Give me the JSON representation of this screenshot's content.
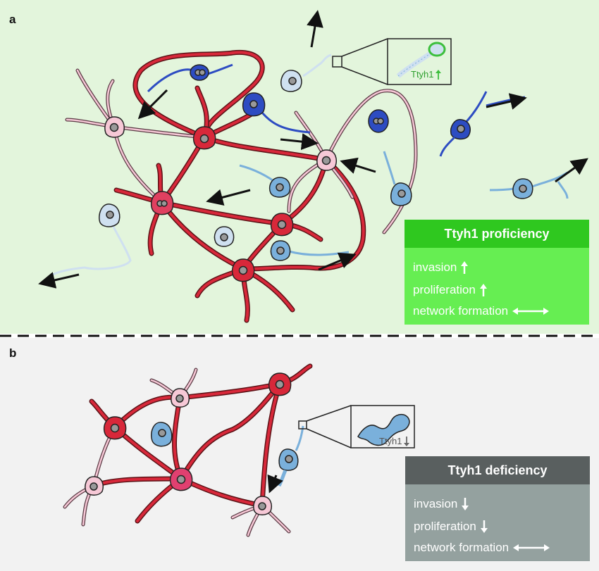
{
  "panel_a": {
    "label": "a",
    "inset_label": "Ttyh1",
    "box": {
      "title": "Ttyh1 proficiency",
      "items": [
        {
          "text": "invasion",
          "indicator": "up-arrow"
        },
        {
          "text": "proliferation",
          "indicator": "up-arrow"
        },
        {
          "text": "network formation",
          "indicator": "double-arrow"
        }
      ]
    }
  },
  "panel_b": {
    "label": "b",
    "inset_label": "Ttyh1",
    "box": {
      "title": "Ttyh1 deficiency",
      "items": [
        {
          "text": "invasion",
          "indicator": "down-arrow"
        },
        {
          "text": "proliferation",
          "indicator": "down-arrow"
        },
        {
          "text": "network formation",
          "indicator": "double-arrow"
        }
      ]
    }
  },
  "colors": {
    "panel_a_bg": "#e3f5dc",
    "panel_b_bg": "#f2f2f2",
    "proficiency_header": "#2fc81f",
    "proficiency_body": "#66ee52",
    "deficiency_header": "#595f5f",
    "deficiency_body": "#94a19f",
    "network_red": "#d8283a",
    "network_pink": "#f6c8d6",
    "cell_blue": "#7ab0db",
    "cell_dark_blue": "#2d4cc2",
    "cell_pale_blue": "#cfe0f0",
    "ttyh1_green": "#3cbf3c"
  }
}
